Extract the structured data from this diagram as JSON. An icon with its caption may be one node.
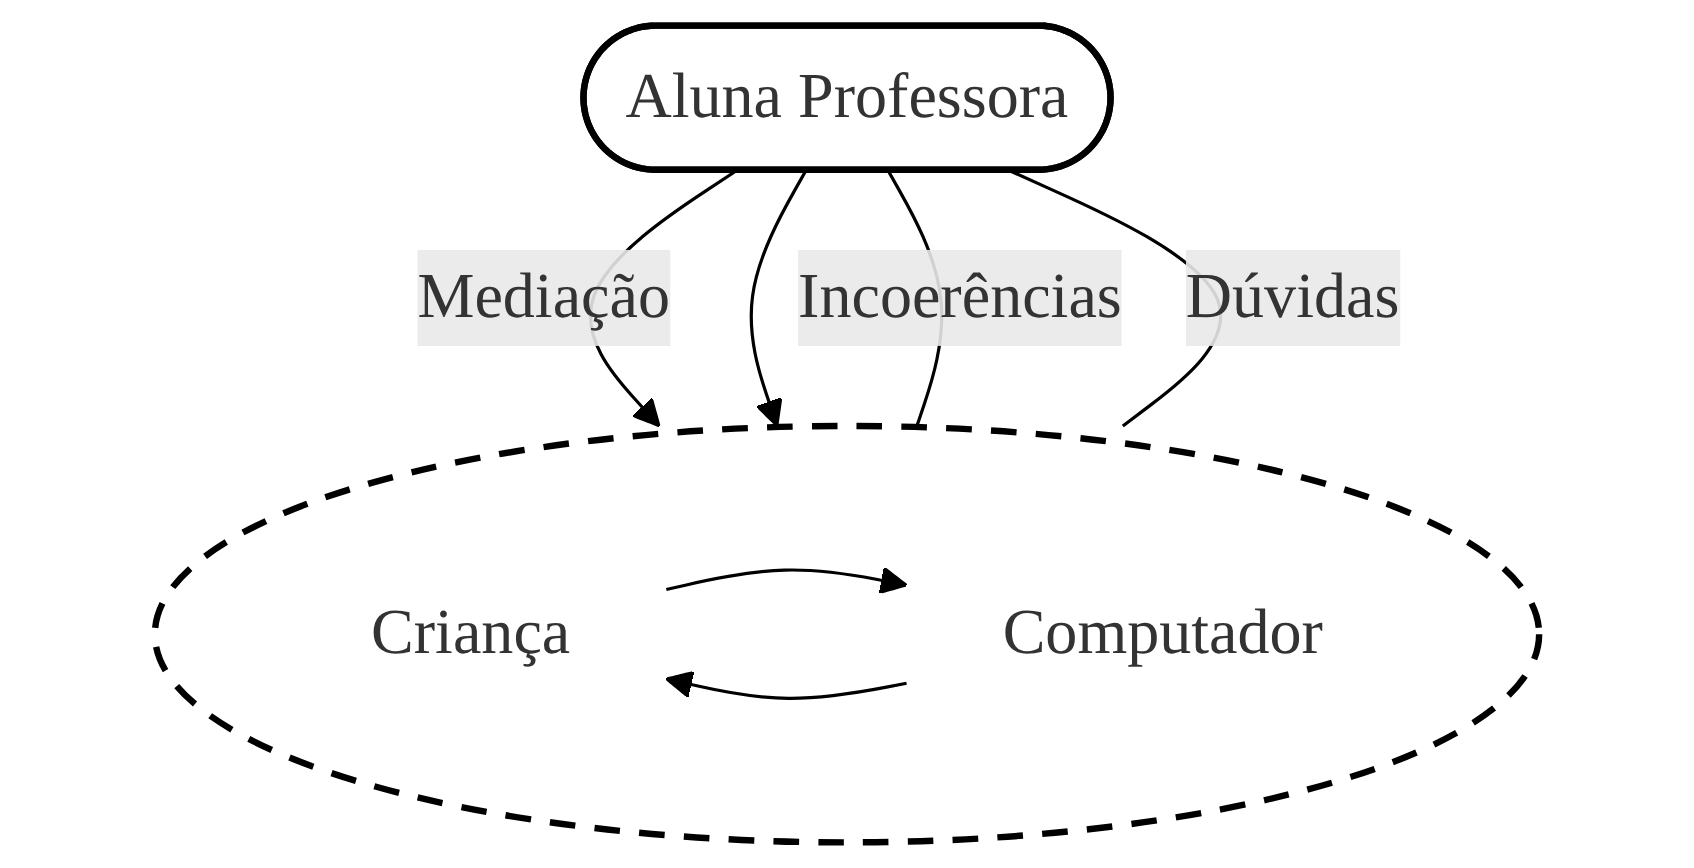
{
  "diagram": {
    "nodes": [
      {
        "text": [
          "Aluna Professora"
        ]
      },
      {
        "text": [],
        "shape": "ellipse"
      },
      {
        "text": [
          "Criança"
        ],
        "in": 1
      },
      {
        "text": [
          "Computador"
        ],
        "in": 1
      }
    ],
    "edges": [
      {
        "from": 0,
        "to": 1,
        "arrow": "to",
        "label": "Mediação"
      },
      {
        "from": 0,
        "to": 1,
        "arrow": "to"
      },
      {
        "from": 2,
        "to": 3,
        "arrow": "to"
      },
      {
        "from": 3,
        "to": 2,
        "arrow": "to"
      },
      {
        "from": 0,
        "to": 1,
        "arrow": "none",
        "label": "Incoerências"
      },
      {
        "from": 0,
        "to": 1,
        "arrow": "none",
        "label": "Dúvidas"
      }
    ]
  }
}
